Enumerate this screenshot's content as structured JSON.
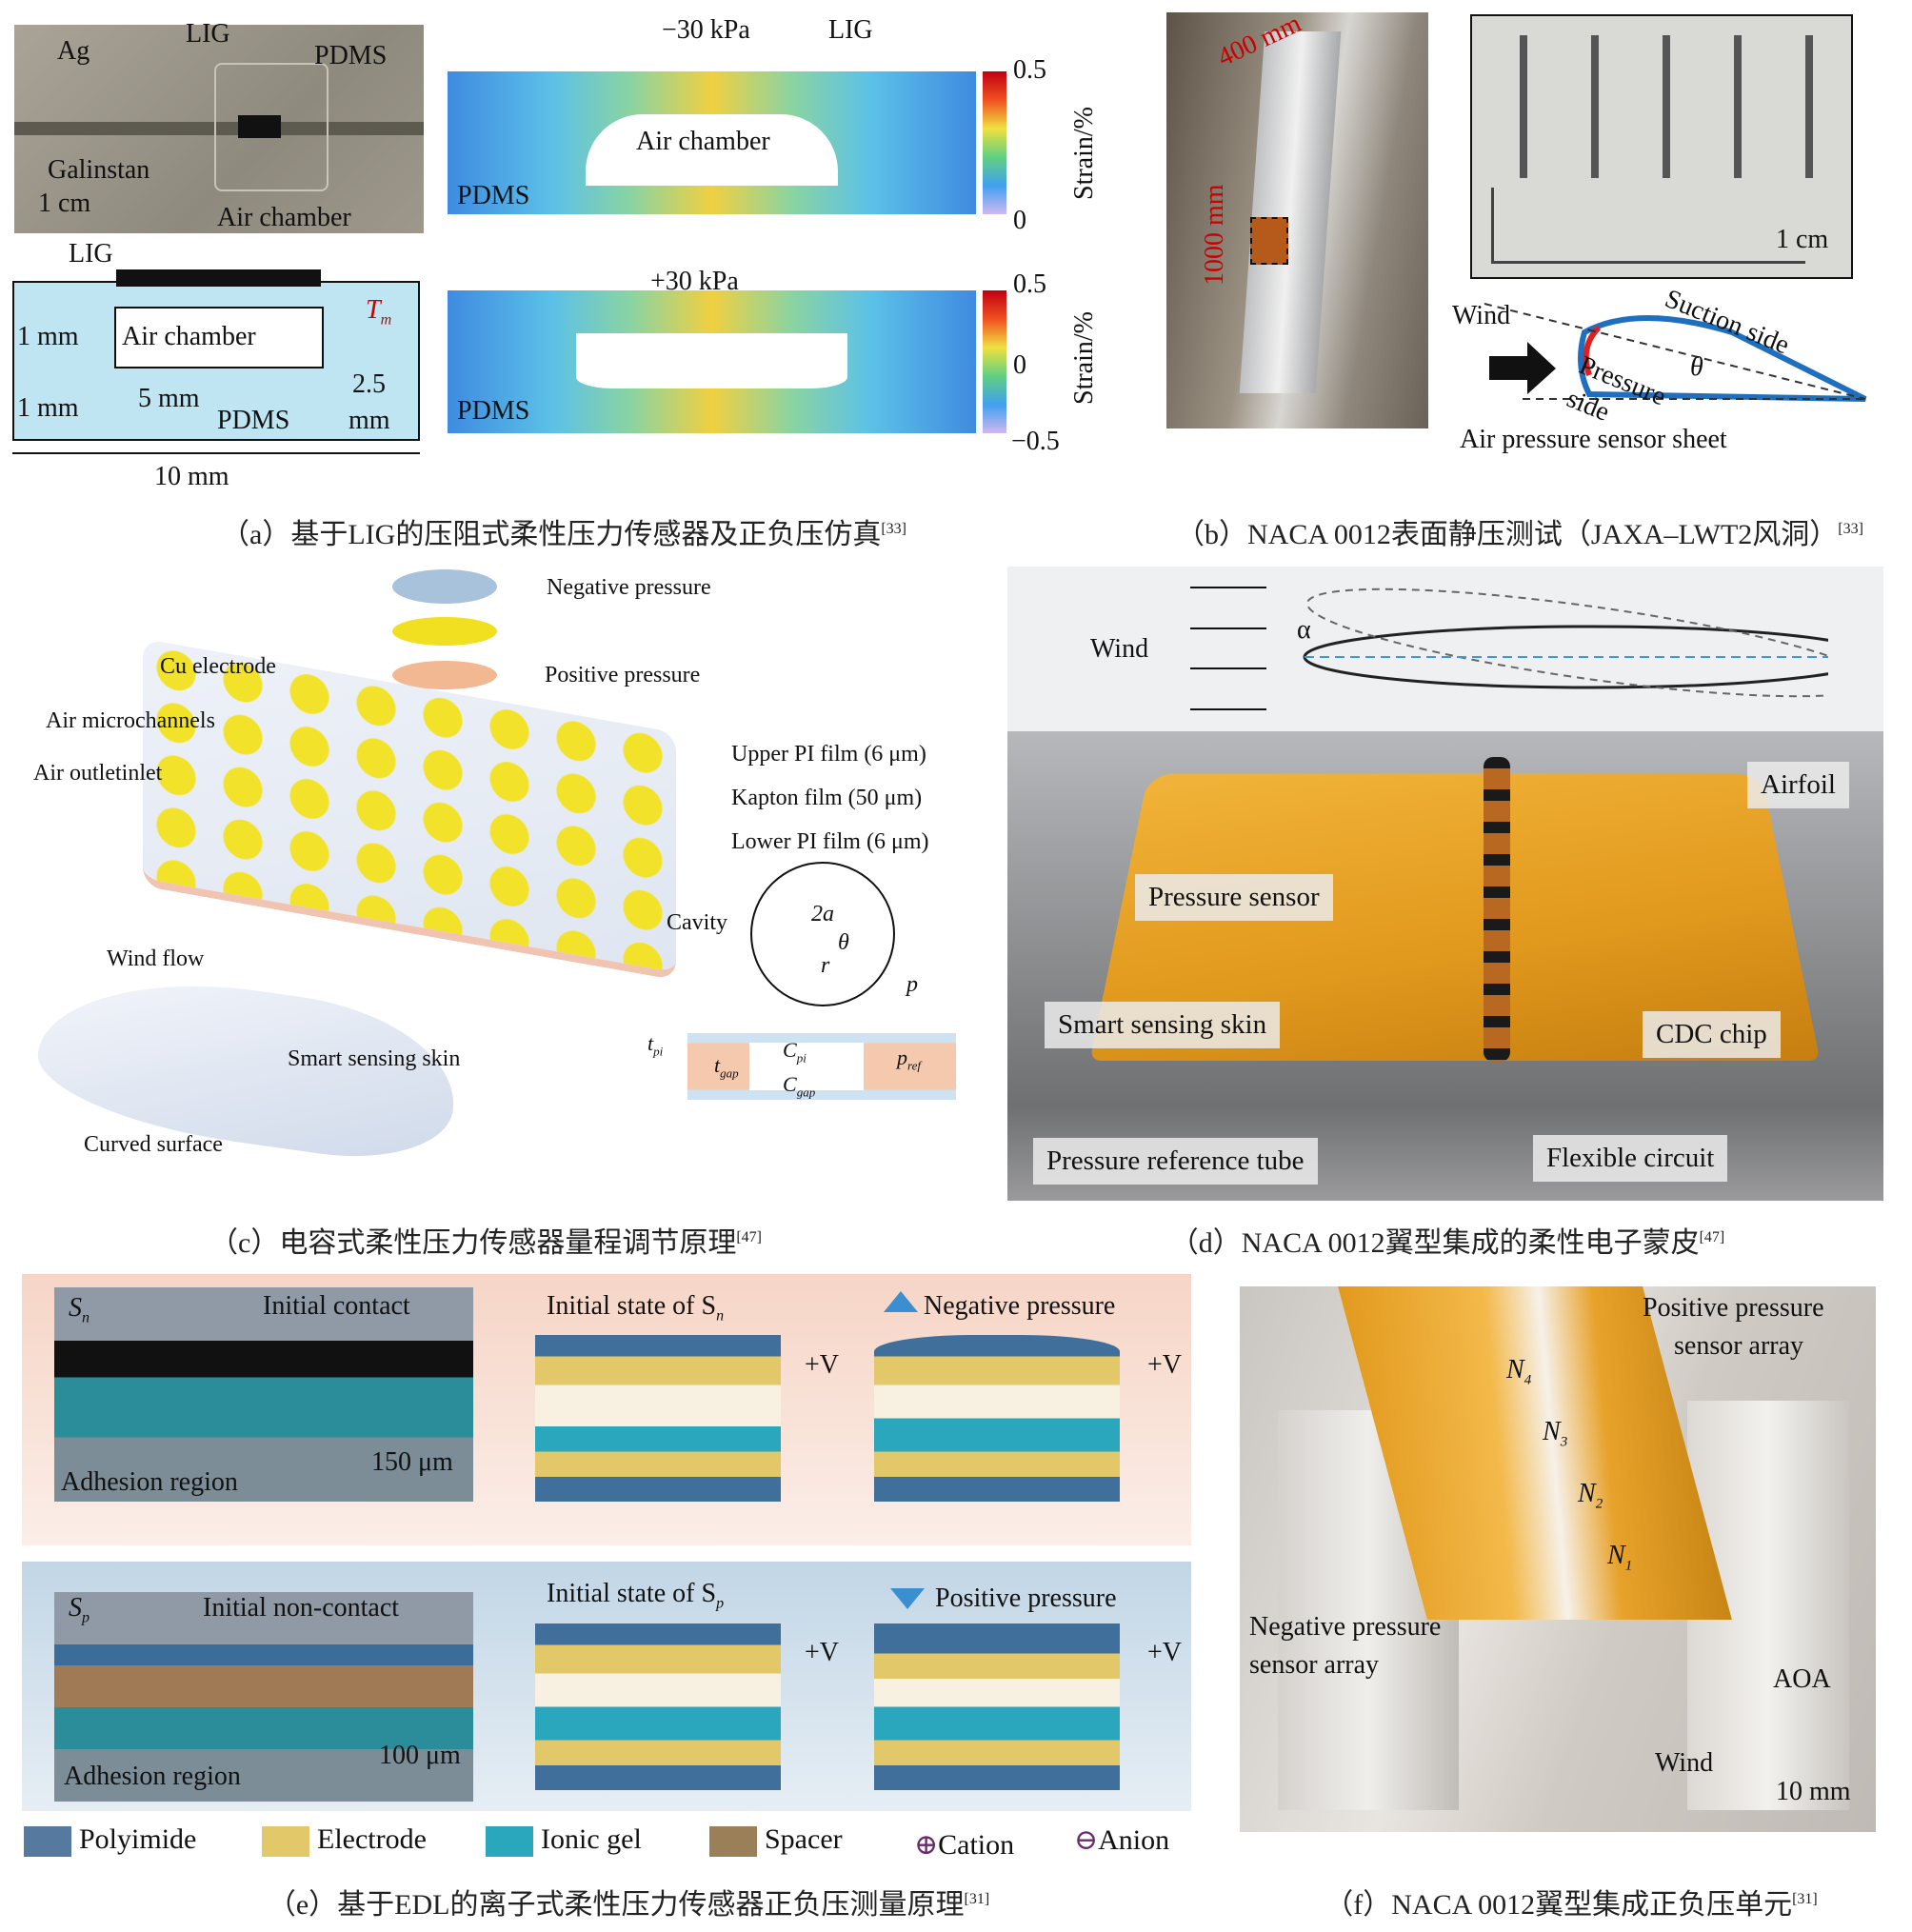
{
  "panel_a": {
    "photo_labels": {
      "ag": "Ag",
      "lig": "LIG",
      "pdms": "PDMS",
      "galinstan": "Galinstan",
      "scale": "1 cm",
      "air_chamber": "Air chamber"
    },
    "schematic": {
      "lig": "LIG",
      "air_chamber": "Air chamber",
      "tm": "T",
      "tm_sub": "m",
      "h1": "1 mm",
      "h2": "1 mm",
      "w5": "5 mm",
      "pdms": "PDMS",
      "w25a": "2.5",
      "w25b": "mm",
      "w10": "10 mm"
    },
    "sim_top": {
      "title": "−30 kPa",
      "lig": "LIG",
      "air_chamber": "Air chamber",
      "pdms": "PDMS",
      "cb_max": "0.5",
      "cb_min": "0",
      "axis": "Strain/%"
    },
    "sim_bottom": {
      "title": "+30 kPa",
      "pdms": "PDMS",
      "cb_max": "0.5",
      "cb_mid": "0",
      "cb_min": "−0.5",
      "axis": "Strain/%"
    },
    "caption": "（a）基于LIG的压阻式柔性压力传感器及正负压仿真",
    "ref": "[33]"
  },
  "panel_b": {
    "len400": "400 mm",
    "len1000": "1000 mm",
    "scale": "1 cm",
    "wind": "Wind",
    "suction": "Suction side",
    "pressure1": "Pressure",
    "pressure2": "side",
    "theta": "θ",
    "sheet": "Air pressure sensor sheet",
    "caption": "（b）NACA 0012表面静压测试（JAXA–LWT2风洞）",
    "ref": "[33]"
  },
  "panel_c": {
    "neg": "Negative pressure",
    "pos": "Positive pressure",
    "cu": "Cu electrode",
    "micro": "Air microchannels",
    "outlet": "Air outletinlet",
    "upper": "Upper PI film (6 μm)",
    "kapton": "Kapton film (50 μm)",
    "lower": "Lower PI film (6 μm)",
    "cavity": "Cavity",
    "two_a": "2a",
    "theta": "θ",
    "r": "r",
    "p": "p",
    "tpi": "t",
    "tpi_sub": "pi",
    "tgap": "t",
    "tgap_sub": "gap",
    "cpi": "C",
    "cpi_sub": "pi",
    "cgap": "C",
    "cgap_sub": "gap",
    "pref": "p",
    "pref_sub": "ref",
    "wind_flow": "Wind flow",
    "skin": "Smart sensing skin",
    "curved": "Curved surface",
    "caption": "（c）电容式柔性压力传感器量程调节原理",
    "ref": "[47]"
  },
  "panel_d": {
    "wind": "Wind",
    "alpha": "α",
    "airfoil": "Airfoil",
    "pressure_sensor": "Pressure sensor",
    "skin": "Smart sensing skin",
    "cdc": "CDC chip",
    "tube": "Pressure reference tube",
    "circuit": "Flexible circuit",
    "caption": "（d）NACA 0012翼型集成的柔性电子蒙皮",
    "ref": "[47]"
  },
  "panel_e": {
    "sn": "S",
    "sn_sub": "n",
    "initial_contact": "Initial contact",
    "adhesion1": "Adhesion region",
    "scale1": "150 μm",
    "init_sn": "Initial state of S",
    "init_sn_sub": "n",
    "neg": "Negative pressure",
    "plusv": "+V",
    "sp": "S",
    "sp_sub": "p",
    "initial_noncontact": "Initial non-contact",
    "adhesion2": "Adhesion region",
    "scale2": "100 μm",
    "init_sp": "Initial state of S",
    "init_sp_sub": "p",
    "pos": "Positive pressure",
    "legend": [
      {
        "label": "Polyimide",
        "color": "#55799f"
      },
      {
        "label": "Electrode",
        "color": "#e2c868"
      },
      {
        "label": "Ionic gel",
        "color": "#2aa6bd"
      },
      {
        "label": "Spacer",
        "color": "#9a7f58"
      }
    ],
    "cation": "Cation",
    "anion": "Anion",
    "caption": "（e）基于EDL的离子式柔性压力传感器正负压测量原理",
    "ref": "[31]"
  },
  "panel_f": {
    "pos1": "Positive pressure",
    "pos2": "sensor array",
    "n4": "N",
    "n3": "N",
    "n2": "N",
    "n1": "N",
    "s4": "4",
    "s3": "3",
    "s2": "2",
    "s1": "1",
    "neg1": "Negative pressure",
    "neg2": "sensor array",
    "aoa": "AOA",
    "wind": "Wind",
    "scale": "10 mm",
    "caption": "（f）NACA 0012翼型集成正负压单元",
    "ref": "[31]"
  }
}
